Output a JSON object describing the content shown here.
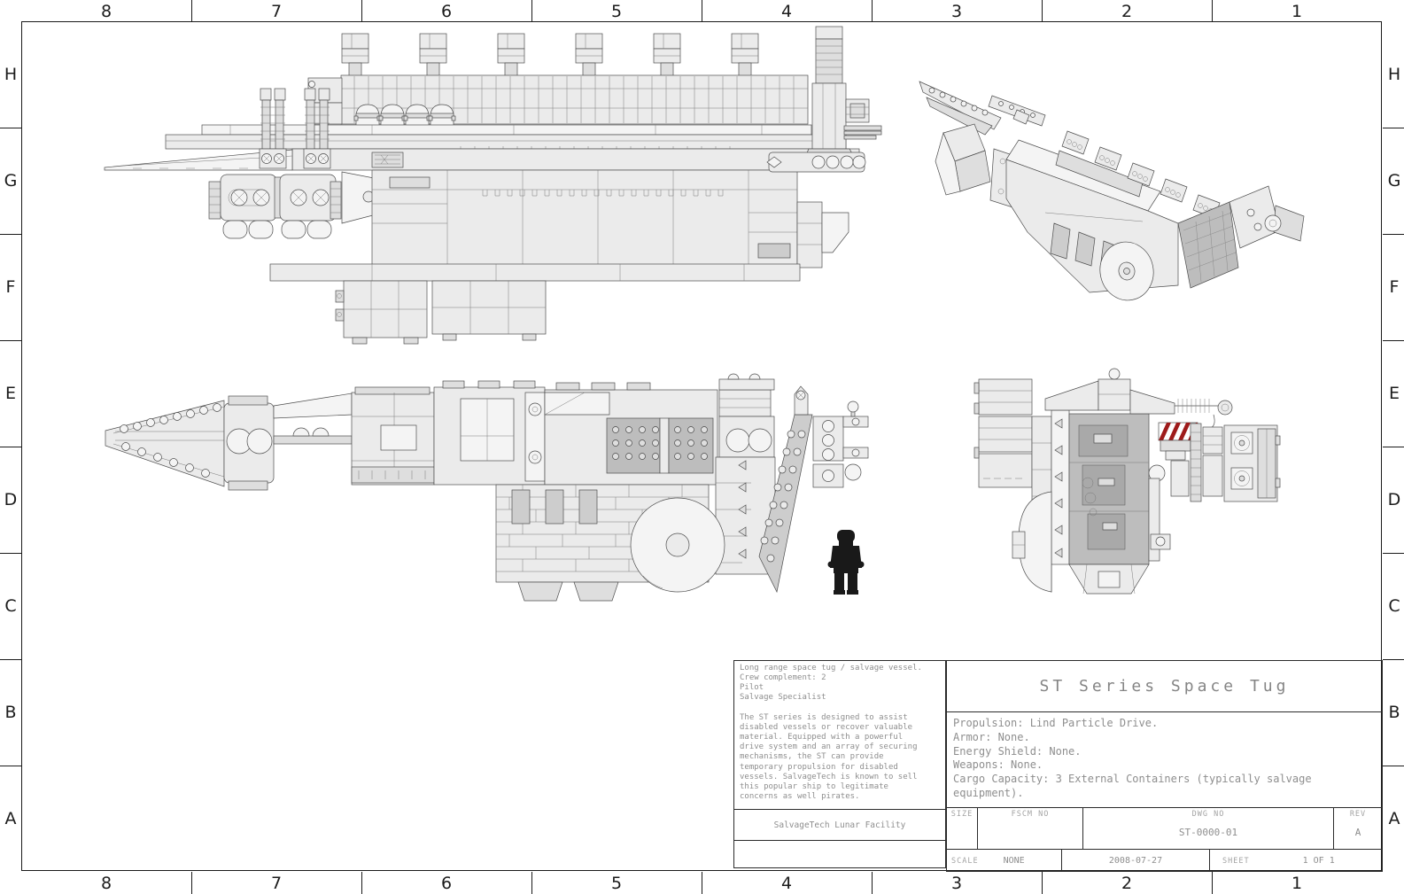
{
  "sheet": {
    "zones": {
      "columns": [
        "8",
        "7",
        "6",
        "5",
        "4",
        "3",
        "2",
        "1"
      ],
      "rows": [
        "H",
        "G",
        "F",
        "E",
        "D",
        "C",
        "B",
        "A"
      ]
    }
  },
  "notes": {
    "lines": [
      "Long range space tug / salvage vessel.",
      "Crew complement: 2",
      "Pilot",
      "Salvage Specialist",
      "",
      "The ST series is designed to assist",
      "disabled vessels or recover valuable",
      "material. Equipped with a powerful",
      "drive system and an array of securing",
      "mechanisms, the ST can provide",
      "temporary propulsion for disabled",
      "vessels. SalvageTech is known to sell",
      "this popular ship to legitimate",
      "concerns as well pirates."
    ],
    "facility": "SalvageTech Lunar Facility"
  },
  "title_block": {
    "title": "ST Series Space Tug",
    "specs": [
      "Propulsion: Lind Particle Drive.",
      "Armor: None.",
      "Energy Shield: None.",
      "Weapons: None.",
      "Cargo Capacity: 3 External Containers (typically salvage equipment)."
    ],
    "size_label": "SIZE",
    "size_value": "",
    "fscm_label": "FSCM NO",
    "fscm_value": "",
    "dwg_label": "DWG NO",
    "dwg_value": "ST-0000-01",
    "rev_label": "REV",
    "rev_value": "A",
    "scale_label": "SCALE",
    "scale_value": "NONE",
    "date": "2008-07-27",
    "sheet_label": "SHEET",
    "sheet_value": "1 OF 1"
  },
  "colors": {
    "line": "#4d4d4d",
    "fill_light": "#ebebeb",
    "fill_dark_panel": "#bdbdbd",
    "hazard_red": "#9e1b1b",
    "minifig_black": "#191919",
    "cad_text_gray": "#8e8e8e"
  }
}
